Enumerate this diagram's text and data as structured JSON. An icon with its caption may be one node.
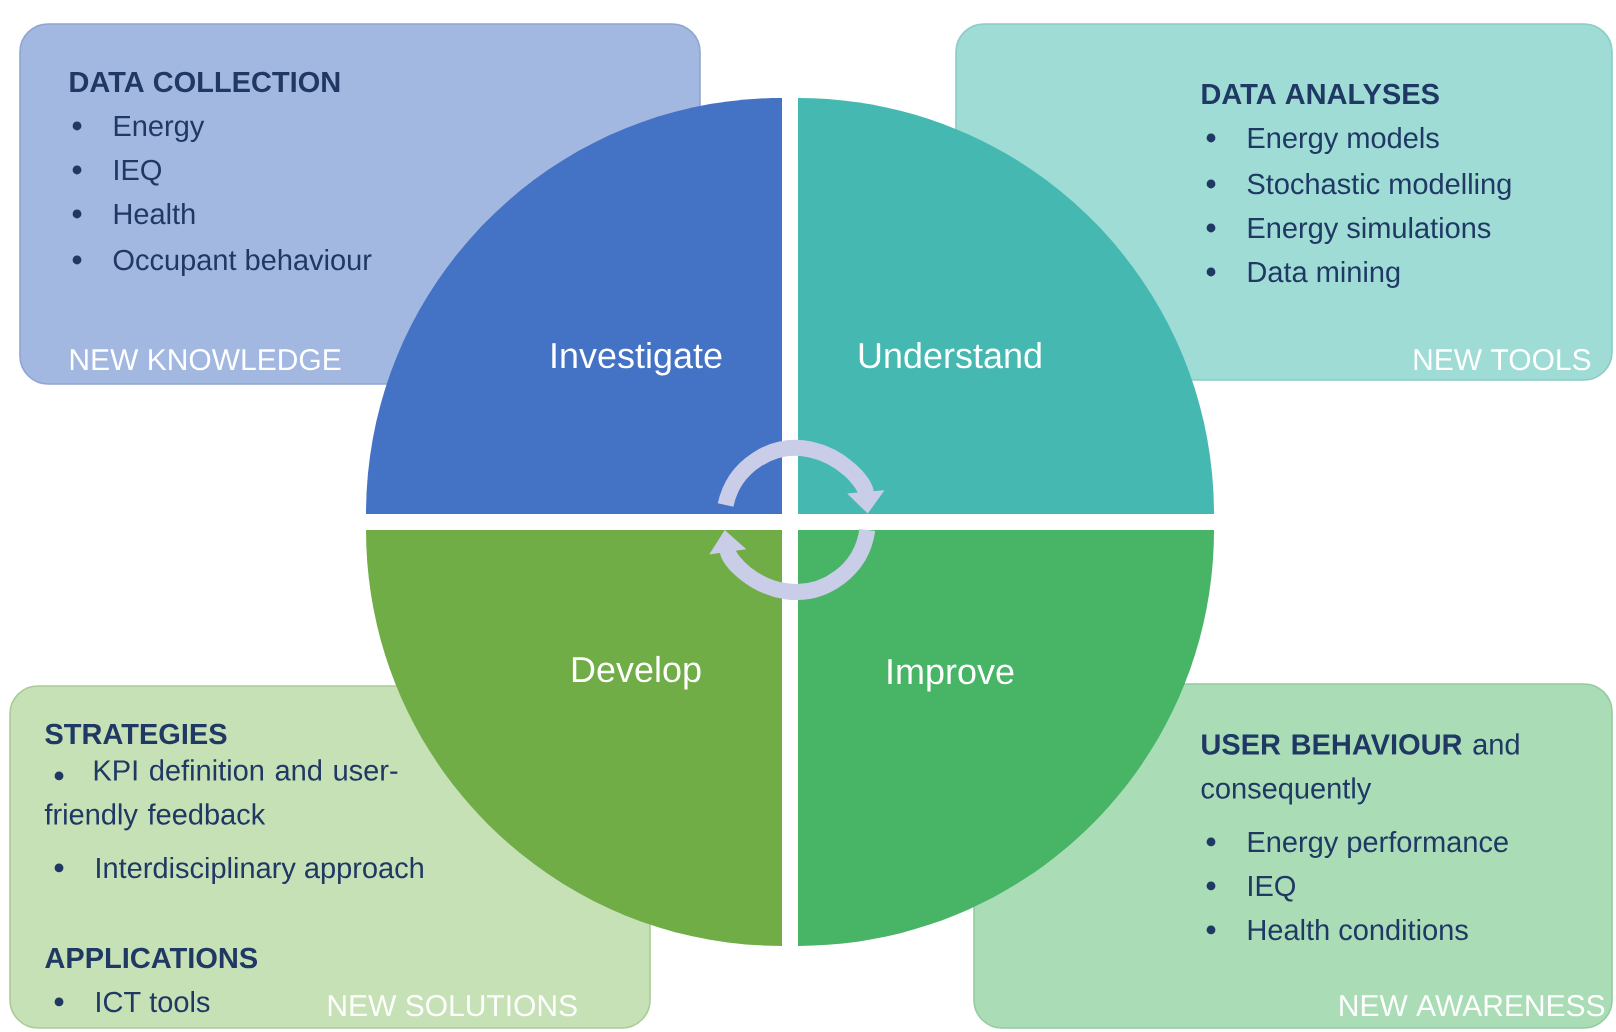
{
  "diagram": {
    "nodes": [
      {
        "text": [
          "DATA COLLECTION",
          "Energy",
          "IEQ",
          "Health",
          "Occupant behaviour",
          "NEW KNOWLEDGE"
        ]
      },
      {
        "text": [
          "DATA ANALYSES",
          "Energy models",
          "Stochastic modelling",
          "Energy simulations",
          "Data mining",
          "NEW TOOLS"
        ]
      },
      {
        "text": [
          "Investigate"
        ]
      },
      {
        "text": [
          "Understand"
        ]
      },
      {
        "text": [
          "Develop"
        ]
      },
      {
        "text": [
          "Improve"
        ]
      },
      {
        "text": [
          "STRATEGIES",
          "KPI definition and user-friendly feedback",
          "Interdisciplinary approach",
          "APPLICATIONS",
          "ICT tools",
          "NEW SOLUTIONS"
        ]
      },
      {
        "text": [
          "**USER BEHAVIOUR** and consequently",
          "Energy performance",
          "IEQ",
          "Health conditions",
          "NEW AWARENESS"
        ]
      }
    ],
    "edges": [
      {
        "from": 2,
        "to": 3,
        "arrow": "to"
      },
      {
        "from": 5,
        "to": 4,
        "arrow": "to"
      }
    ]
  }
}
